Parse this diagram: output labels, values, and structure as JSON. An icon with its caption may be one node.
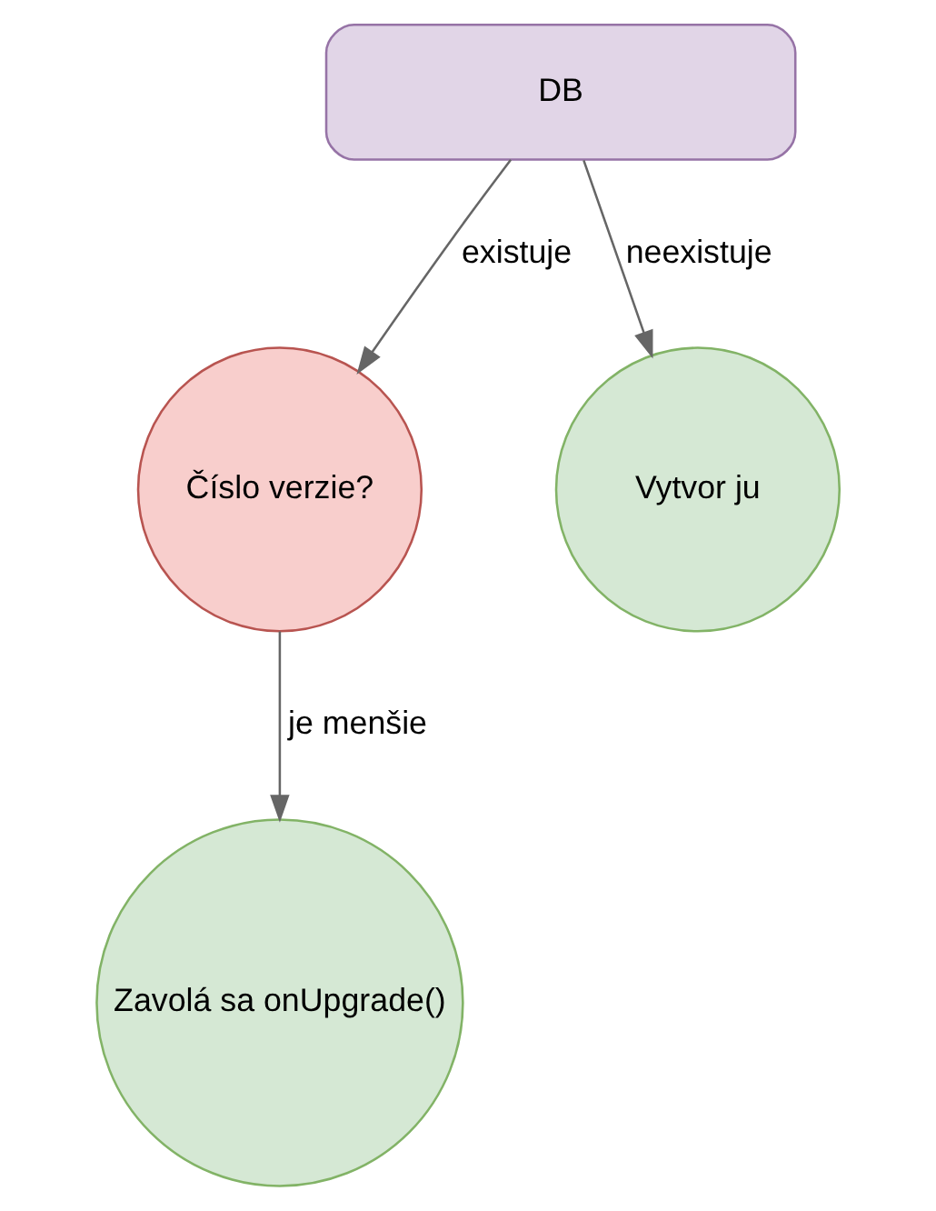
{
  "diagram": {
    "nodes": [
      {
        "text": [
          "DB"
        ]
      },
      {
        "text": [
          "Číslo verzie?"
        ]
      },
      {
        "text": [
          "Vytvor ju"
        ]
      },
      {
        "text": [
          "Zavolá sa onUpgrade()"
        ]
      }
    ],
    "edges": [
      {
        "from": 0,
        "to": 1,
        "arrow": "to",
        "label": "existuje"
      },
      {
        "from": 0,
        "to": 2,
        "arrow": "to",
        "label": "neexistuje"
      },
      {
        "from": 1,
        "to": 3,
        "arrow": "to",
        "label": "je menšie"
      }
    ]
  }
}
